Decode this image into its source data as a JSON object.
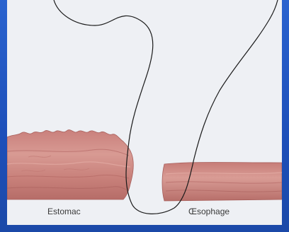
{
  "diagram": {
    "labels": {
      "left": "Estomac",
      "right": "Œsophage"
    },
    "colors": {
      "background": "#2a63cf",
      "panel": "#eef0f4",
      "tissue": "#d28b86",
      "tissue_dark": "#b86e6b",
      "line": "#1a1a1a"
    },
    "icons": [
      "tissue-layer-left",
      "tissue-layer-right",
      "probe-wire"
    ]
  }
}
